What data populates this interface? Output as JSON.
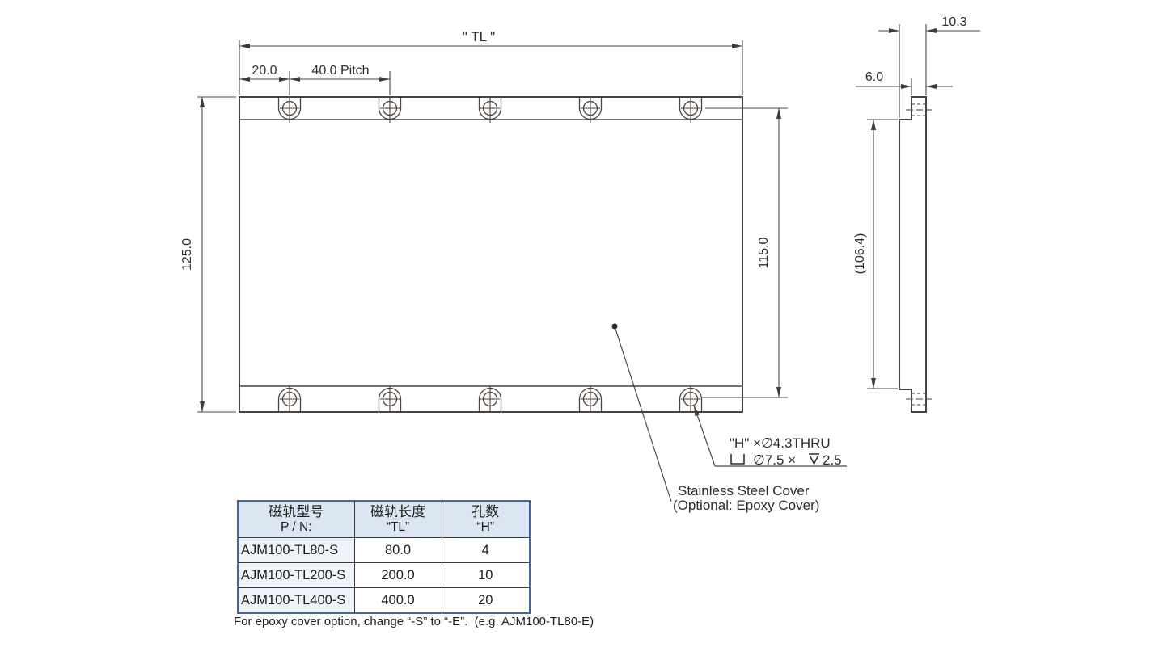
{
  "drawing": {
    "front_view": {
      "dim_total_length": "\" TL \"",
      "dim_edge_offset": "20.0",
      "dim_pitch": "40.0 Pitch",
      "dim_height": "125.0",
      "dim_hole_span": "115.0"
    },
    "side_view": {
      "dim_overall_depth": "10.3",
      "dim_track_width": "6.0",
      "dim_ref_height": "(106.4)"
    },
    "hole_note": {
      "line1": "\"H\" ×∅4.3THRU",
      "counterbore_symbol": "counterbore-icon",
      "line2_text1": "∅7.5 ×",
      "depth_symbol": "depth-icon",
      "line2_text2": "2.5"
    },
    "cover_note": {
      "line1": "Stainless Steel Cover",
      "line2": "(Optional: Epoxy Cover)"
    }
  },
  "table": {
    "headers": [
      {
        "line1": "磁轨型号",
        "line2": "P / N:"
      },
      {
        "line1": "磁轨长度",
        "line2": "“TL”"
      },
      {
        "line1": "孔数",
        "line2": "“H”"
      }
    ],
    "rows": [
      {
        "pn": "AJM100-TL80-S",
        "tl": "80.0",
        "h": "4"
      },
      {
        "pn": "AJM100-TL200-S",
        "tl": "200.0",
        "h": "10"
      },
      {
        "pn": "AJM100-TL400-S",
        "tl": "400.0",
        "h": "20"
      }
    ],
    "footnote": "For epoxy cover option, change “-S” to “-E”.  (e.g. AJM100-TL80-E)"
  },
  "colors": {
    "line": "#4a423c",
    "dim_line": "#4f4842",
    "text": "#2f2b27",
    "table_border": "#44679c",
    "table_header_bg": "#dbe6f2",
    "table_first_col_bg": "#eef3fa"
  }
}
